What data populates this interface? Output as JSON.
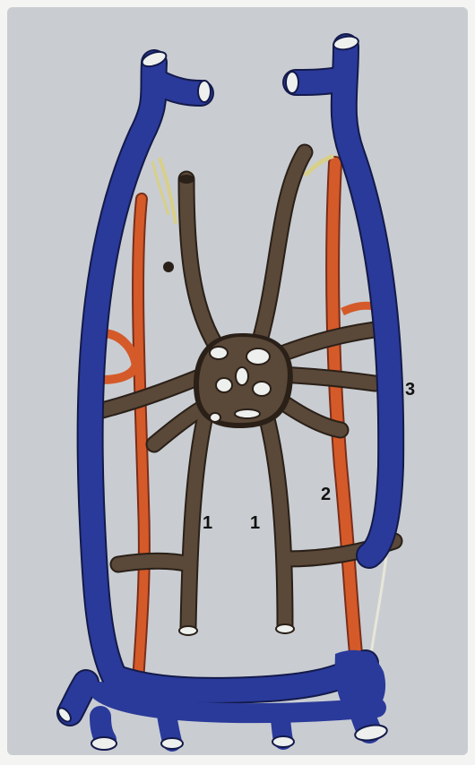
{
  "labels": {
    "marker_1a": "1",
    "marker_1b": "1",
    "marker_2": "2",
    "marker_3": "3"
  },
  "colors": {
    "background": "#c9cdd2",
    "vein": "#2a3a9a",
    "artery": "#d55a2a",
    "lymph": "#5a4838",
    "nerve": "#d8cf8a"
  }
}
